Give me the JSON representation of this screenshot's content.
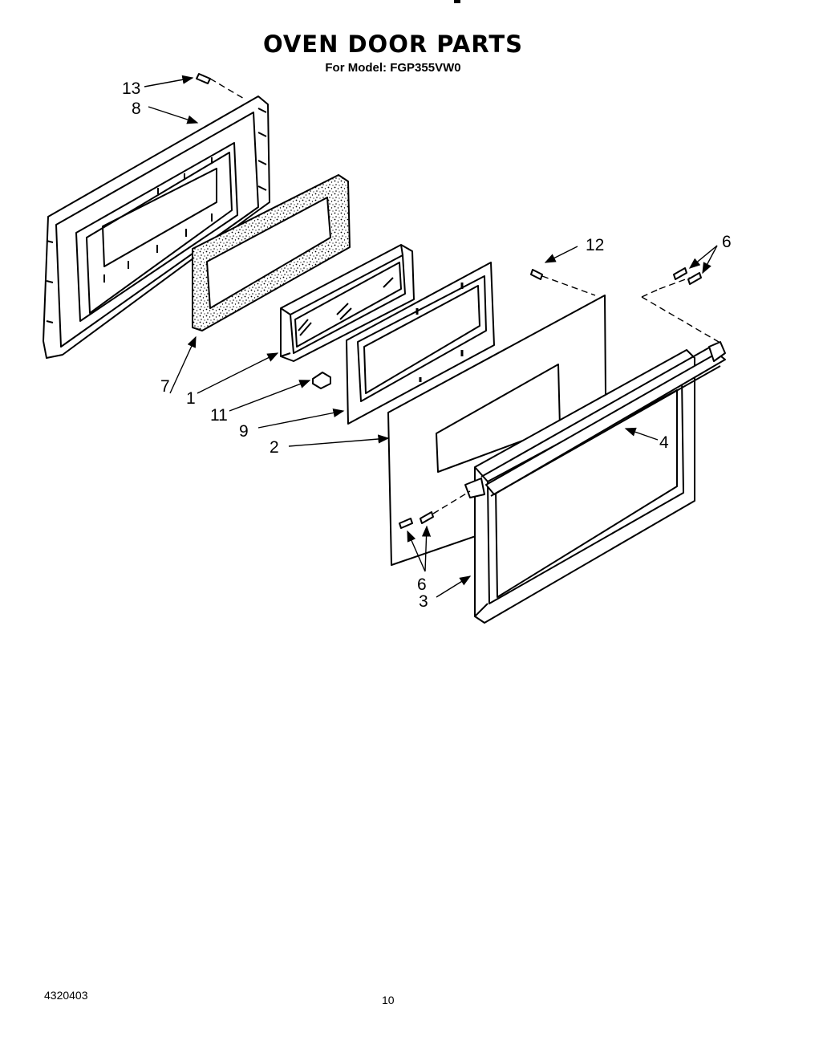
{
  "title": "OVEN DOOR PARTS",
  "subtitle": "For Model: FGP355VW0",
  "callouts": {
    "c13": "13",
    "c8": "8",
    "c7": "7",
    "c1": "1",
    "c11": "11",
    "c9": "9",
    "c2": "2",
    "c12": "12",
    "c6a": "6",
    "c4": "4",
    "c6b": "6",
    "c3": "3"
  },
  "footer": {
    "doc_number": "4320403",
    "page_number": "10"
  }
}
